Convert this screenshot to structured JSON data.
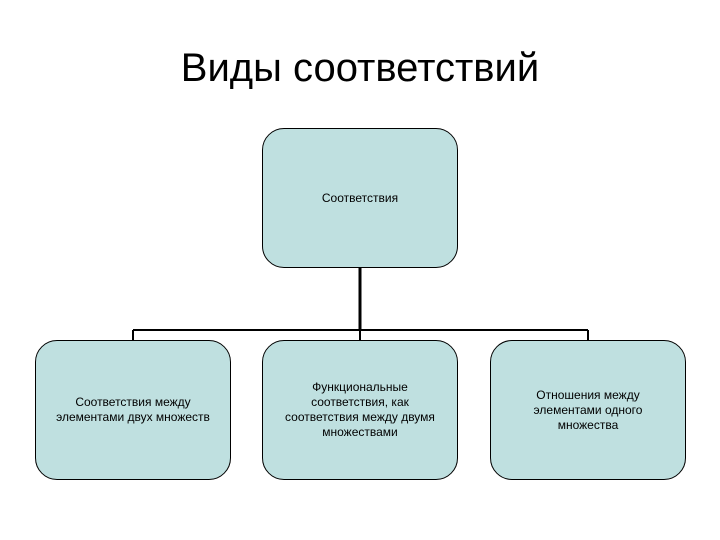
{
  "title": "Виды соответствий",
  "colors": {
    "node_fill": "#bfe0e0",
    "node_border": "#000000",
    "connector": "#000000",
    "background": "#ffffff"
  },
  "diagram": {
    "root": {
      "label": "Соответствия"
    },
    "children": [
      {
        "label": "Соответствия между\nэлементами двух множеств"
      },
      {
        "label": "Функциональные\nсоответствия, как\nсоответствия между двумя\nмножествами"
      },
      {
        "label": "Отношения между\nэлементами одного\nмножества"
      }
    ]
  }
}
